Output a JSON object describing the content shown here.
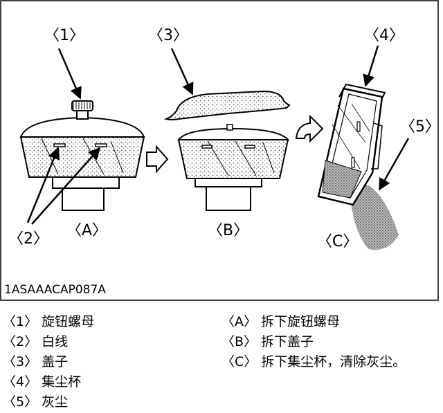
{
  "figure": {
    "callouts": {
      "c1": "〈1〉",
      "c2": "〈2〉",
      "c3": "〈3〉",
      "c4": "〈4〉",
      "c5": "〈5〉",
      "cA": "〈A〉",
      "cB": "〈B〉",
      "cC": "〈C〉"
    },
    "code": "1ASAAACAP087A"
  },
  "legend": {
    "parts": [
      {
        "key": "〈1〉",
        "label": "旋钮螺母"
      },
      {
        "key": "〈2〉",
        "label": "白线"
      },
      {
        "key": "〈3〉",
        "label": "盖子"
      },
      {
        "key": "〈4〉",
        "label": "集尘杯"
      },
      {
        "key": "〈5〉",
        "label": "灰尘"
      }
    ],
    "steps": [
      {
        "key": "〈A〉",
        "label": "拆下旋钮螺母"
      },
      {
        "key": "〈B〉",
        "label": "拆下盖子"
      },
      {
        "key": "〈C〉",
        "label": "拆下集尘杯，清除灰尘。"
      }
    ]
  },
  "colors": {
    "line": "#000000",
    "dust": "#8c8c8c",
    "background": "#ffffff"
  }
}
